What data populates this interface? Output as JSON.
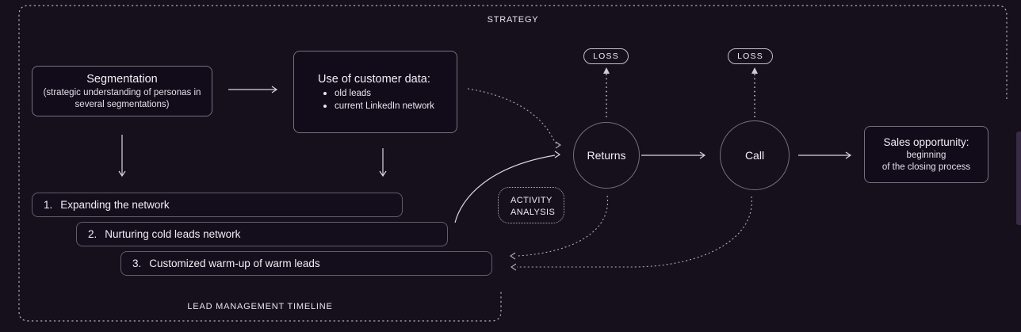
{
  "frame": {
    "strategy_label": "STRATEGY",
    "timeline_label": "LEAD MANAGEMENT TIMELINE"
  },
  "nodes": {
    "segmentation": {
      "title": "Segmentation",
      "subtitle": "(strategic understanding of personas in several segmentations)"
    },
    "customer_data": {
      "title": "Use of customer data:",
      "bullets": [
        "old leads",
        "current LinkedIn network"
      ]
    },
    "returns": {
      "label": "Returns"
    },
    "call": {
      "label": "Call"
    },
    "loss_left": {
      "label": "LOSS"
    },
    "loss_right": {
      "label": "LOSS"
    },
    "activity_analysis": {
      "line1": "ACTIVITY",
      "line2": "ANALYSIS"
    },
    "sales_opportunity": {
      "title": "Sales opportunity:",
      "line2": "beginning",
      "line3": "of the closing process"
    }
  },
  "timeline_items": [
    {
      "num": "1.",
      "text": "Expanding the network"
    },
    {
      "num": "2.",
      "text": "Nurturing cold leads network"
    },
    {
      "num": "3.",
      "text": "Customized warm-up of warm leads"
    }
  ],
  "colors": {
    "background": "#160f1c",
    "box_fill": "#120b19",
    "border": "#c8c3d4",
    "dashed_line": "#b3adbe",
    "solid_line": "#d9d5e0",
    "text": "#eeecf2",
    "scrollbar_thumb": "#372b45"
  }
}
